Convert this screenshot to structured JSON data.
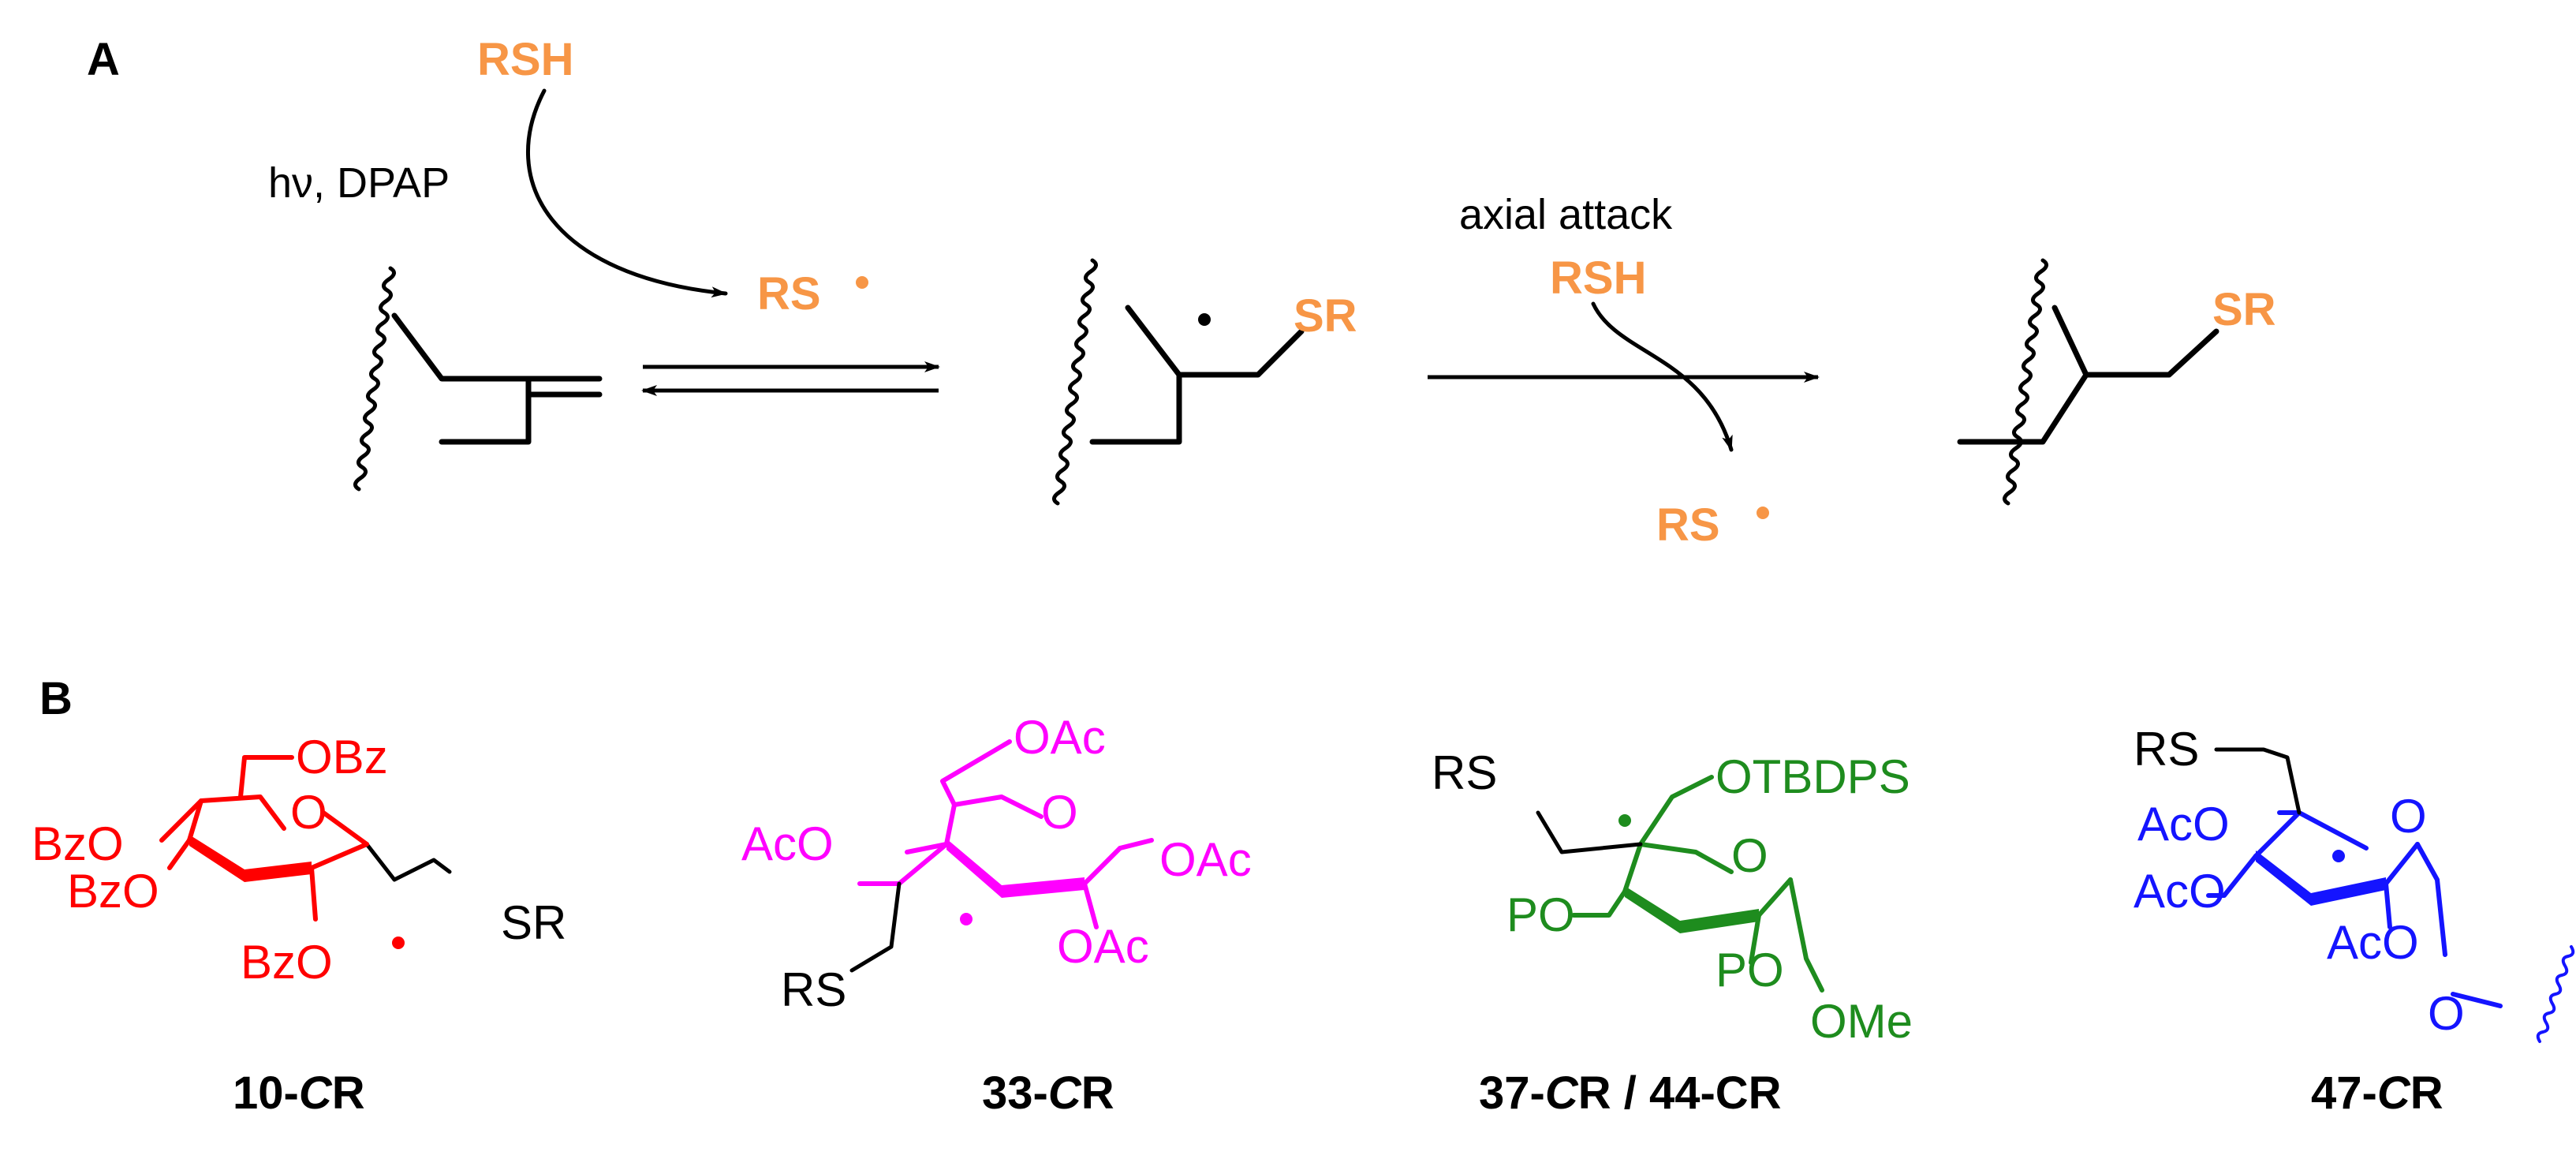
{
  "panel_a": {
    "label": "A",
    "reagent_top": "RSH",
    "conditions": "hν, DPAP",
    "radical": "RS",
    "sr_middle": "SR",
    "axial_attack": "axial attack",
    "reagent_mid": "RSH",
    "radical_out": "RS",
    "sr_product": "SR"
  },
  "panel_b": {
    "label": "B",
    "c10": {
      "obz_top": "OBz",
      "bzo_1": "BzO",
      "bzo_2": "BzO",
      "bzo_3": "BzO",
      "sr": "SR",
      "caption_num": "10-",
      "caption_it": "C",
      "caption_end": "R"
    },
    "c33": {
      "oac_top": "OAc",
      "aco": "AcO",
      "oac_right": "OAc",
      "oac_bottom": "OAc",
      "rs": "RS",
      "caption_num": "33-",
      "caption_it": "C",
      "caption_end": "R"
    },
    "c37": {
      "rs": "RS",
      "otbdps": "OTBDPS",
      "po_1": "PO",
      "po_2": "PO",
      "ome": "OMe",
      "caption_a_num": "37-",
      "caption_a_it": "C",
      "caption_a_end": "R",
      "caption_sep": " / ",
      "caption_b": "44-CR"
    },
    "c47": {
      "rs": "RS",
      "aco_1": "AcO",
      "aco_2": "AcO",
      "aco_3": "AcO",
      "caption_num": "47-",
      "caption_it": "C",
      "caption_end": "R"
    },
    "ring_o": "O"
  },
  "colors": {
    "ink": "#000000",
    "thiol": "#F79646",
    "glucose": "#FF0000",
    "magenta": "#FF00FF",
    "green": "#1E8C1E",
    "blue": "#1414FF"
  }
}
